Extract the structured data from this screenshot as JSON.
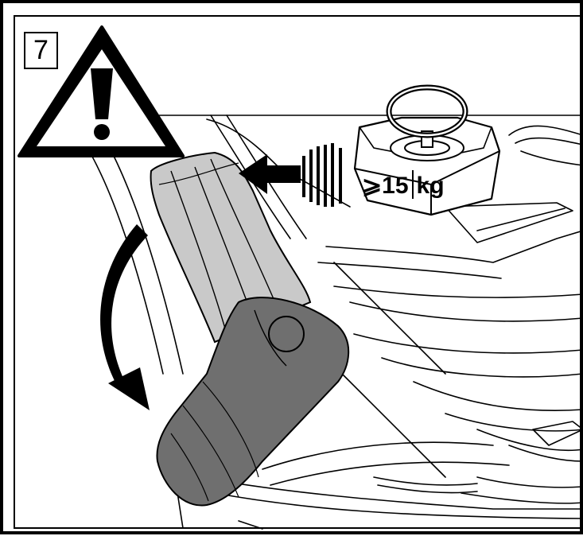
{
  "step": {
    "number": "7"
  },
  "weight": {
    "symbol": "⩾",
    "value": "15",
    "unit": "kg"
  },
  "colors": {
    "line": "#000000",
    "seat_light": "#c8c8c8",
    "seat_dark": "#6e6e6e",
    "background": "#ffffff"
  },
  "icons": [
    "warning-triangle-icon",
    "weight-icon",
    "push-arrow-icon",
    "fold-arrow-icon"
  ]
}
